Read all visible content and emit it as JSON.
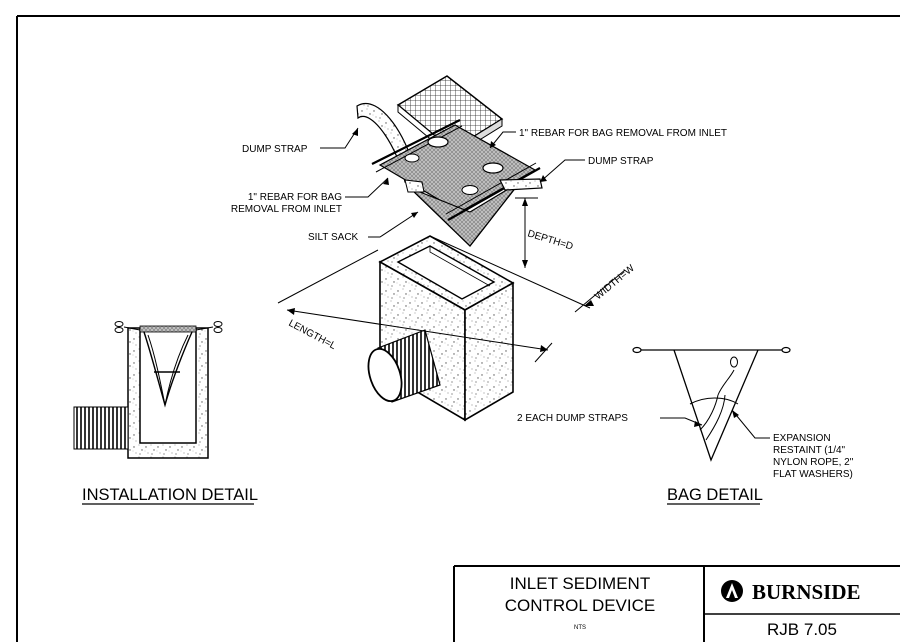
{
  "labels": {
    "dump_strap_left": "DUMP STRAP",
    "rebar_top": "1\" REBAR FOR BAG REMOVAL FROM INLET",
    "dump_strap_right": "DUMP STRAP",
    "rebar_left_line1": "1\" REBAR FOR BAG",
    "rebar_left_line2": "REMOVAL FROM INLET",
    "silt_sack": "SILT SACK",
    "depth": "DEPTH=D",
    "width": "WIDTH=W",
    "length": "LENGTH=L",
    "dump_straps_each": "2 EACH DUMP STRAPS",
    "expansion_line1": "EXPANSION",
    "expansion_line2": "RESTAINT (1/4\"",
    "expansion_line3": "NYLON ROPE, 2\"",
    "expansion_line4": "FLAT WASHERS)"
  },
  "details": {
    "installation": "INSTALLATION DETAIL",
    "bag": "BAG DETAIL"
  },
  "title_block": {
    "title_line1": "INLET SEDIMENT",
    "title_line2": "CONTROL DEVICE",
    "scale": "NTS",
    "company": "BURNSIDE",
    "drawing_number": "RJB 7.05"
  }
}
